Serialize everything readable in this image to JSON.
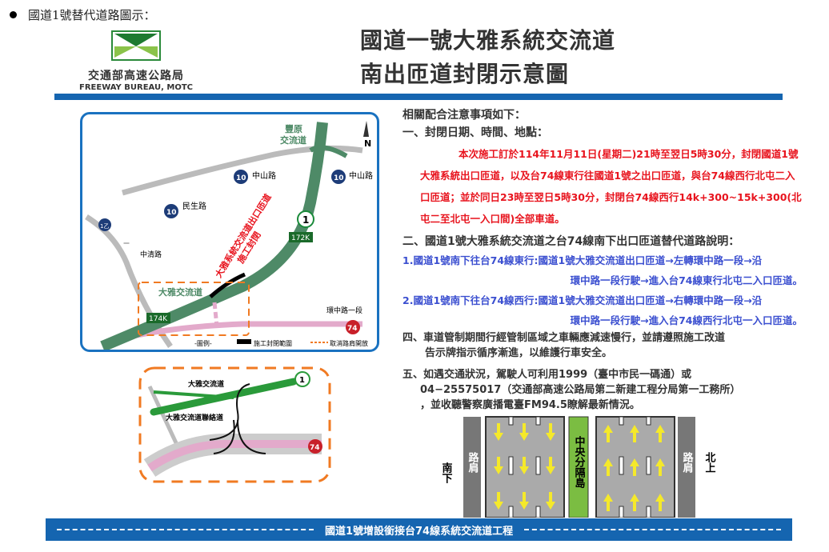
{
  "header": {
    "bullet_text": "國道1號替代道路圖示：",
    "logo_zh": "交通部高速公路局",
    "logo_en": "FREEWAY BUREAU, MOTC",
    "title_line1": "國道一號大雅系統交流道",
    "title_line2": "南出匝道封閉示意圖"
  },
  "map": {
    "fengyuan": "豐原",
    "fengyuan2": "交流道",
    "north": "N",
    "zhongshan": "中山路",
    "minsheng": "民生路",
    "route10": "10",
    "route1": "1",
    "route12": "1乙",
    "zhongqing": "中清路",
    "daya_ic": "大雅交流道",
    "km172": "172K",
    "km174": "174K",
    "huanzhong": "環中路一段",
    "route74": "74",
    "closure_label1": "大雅系統交流道出口匝道",
    "closure_label2": "施工封閉",
    "legend_title": "-圖例-",
    "legend_closure": "施工封閉範圍",
    "legend_shoulder": "取消路肩開放"
  },
  "inset": {
    "daya": "大雅交流道",
    "link": "大雅交流道聯絡道",
    "route1": "1",
    "route74": "74"
  },
  "notes": {
    "heading": "相關配合注意事項如下：",
    "s1": "一、封閉日期、時間、地點：",
    "s1_body": "本次施工訂於114年11月11日(星期二)21時至翌日5時30分，封閉國道1號大雅系統出口匝道，以及台74線東行往國道1號之出口匝道，與台74線西行北屯二入口匝道；並於同日23時至翌日5時30分，封閉台74線西行14k+300~15k+300(北屯二至北屯一入口間)全部車道。",
    "s2": "二、國道1號大雅系統交流道之台74線南下出口匝道替代道路說明：",
    "r1a": "1.國道1號南下往台74線東行:國道1號大雅交流道出口匝道→左轉環中路一段→沿",
    "r1b": "環中路一段行駛→進入台74線東行北屯二入口匝道。",
    "r2a": "2.國道1號南下往台74線西行:國道1號大雅交流道出口匝道→右轉環中路一段→沿",
    "r2b": "環中路一段行駛→進入台74線西行北屯一入口匝道。",
    "s4a": "四、車道管制期間行經管制區域之車輛應減速慢行，並請遵照施工改道",
    "s4b": "告示牌指示循序漸進，以維護行車安全。",
    "s5a": "五、如遇交通狀況，駕駛人可利用1999（臺中市民一碼通）或",
    "s5b": "04−25575017（交通部高速公路局第二新建工程分局第一工務所）",
    "s5c": "，並收聽警察廣播電臺FM94.5瞭解最新情況。"
  },
  "lanes": {
    "south": "南下",
    "north": "北上",
    "shoulder": "路肩",
    "median": "中央分隔島"
  },
  "footer": {
    "text": "國道1號增設銜接台74線系統交流道工程"
  },
  "colors": {
    "blue": "#1565b0",
    "green": "#4e8a67",
    "red": "#e8141e",
    "link_blue": "#3b4fd0",
    "orange": "#f07a22"
  }
}
